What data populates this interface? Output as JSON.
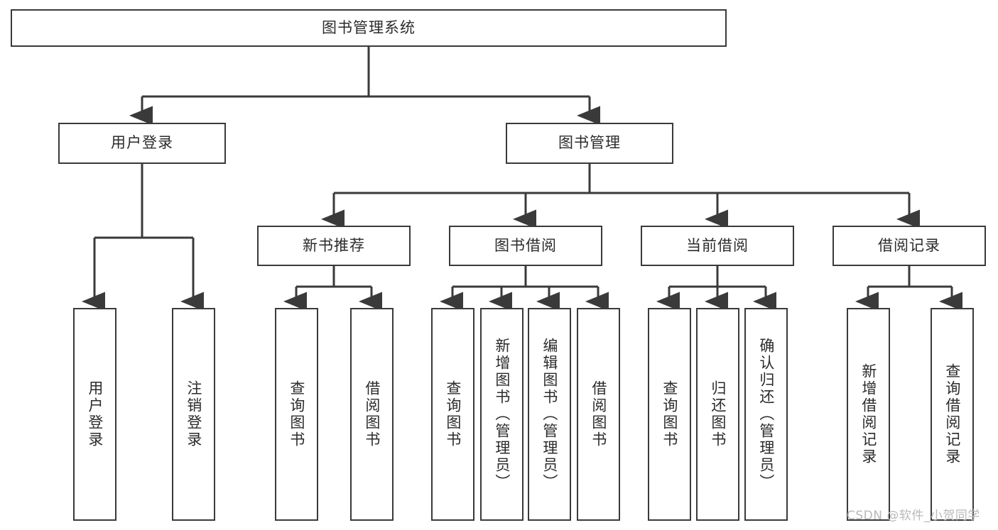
{
  "diagram": {
    "title": "图书管理系统",
    "type": "hierarchy-tree",
    "root": {
      "label": "图书管理系统"
    },
    "level2": [
      {
        "label": "用户登录"
      },
      {
        "label": "图书管理"
      }
    ],
    "level3": [
      {
        "label": "新书推荐"
      },
      {
        "label": "图书借阅"
      },
      {
        "label": "当前借阅"
      },
      {
        "label": "借阅记录"
      }
    ],
    "leaves": {
      "user_login": [
        {
          "label": "用户登录"
        },
        {
          "label": "注销登录"
        }
      ],
      "new_book": [
        {
          "label": "查询图书"
        },
        {
          "label": "借阅图书"
        }
      ],
      "book_borrow": [
        {
          "label": "查询图书"
        },
        {
          "label": "新增图书（管理员）"
        },
        {
          "label": "编辑图书（管理员）"
        },
        {
          "label": "借阅图书"
        }
      ],
      "current_borrow": [
        {
          "label": "查询图书"
        },
        {
          "label": "归还图书"
        },
        {
          "label": "确认归还（管理员）"
        }
      ],
      "borrow_record": [
        {
          "label": "新增借阅记录"
        },
        {
          "label": "查询借阅记录"
        }
      ]
    }
  },
  "watermark": {
    "text": "CSDN @软件_小贺同学"
  },
  "colors": {
    "border": "#3a3a3a",
    "background": "#ffffff",
    "text": "#2b2b2b",
    "watermark": "#b9b9b9"
  }
}
